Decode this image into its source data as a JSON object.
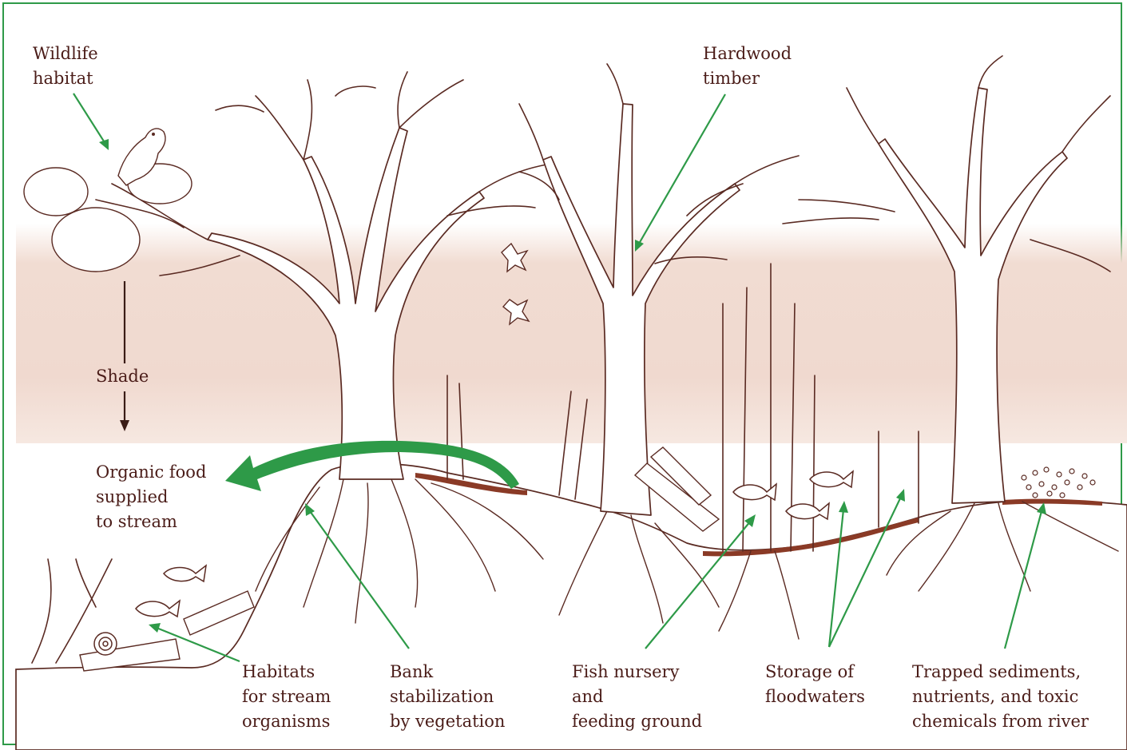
{
  "labels": {
    "wildlife_habitat": "Wildlife\nhabitat",
    "hardwood_timber": "Hardwood\ntimber",
    "shade": "Shade",
    "organic_food": "Organic food\nsupplied\nto stream",
    "habitats_stream": "Habitats\nfor stream\norganisms",
    "bank_stabilization": "Bank\nstabilization\nby vegetation",
    "fish_nursery": "Fish nursery\nand\nfeeding ground",
    "storage_floodwaters": "Storage of\nfloodwaters",
    "trapped_sediments": "Trapped sediments,\nnutrients, and toxic\nchemicals from river"
  },
  "colors": {
    "arrow": "#2e9a48",
    "ink": "#5a2a22",
    "label_text": "#4a1c18",
    "sky_tint": "#f0d9cf",
    "sediment": "#8a3a26"
  },
  "icons": [
    "bird-icon",
    "fish-icon",
    "snail-icon",
    "leaf-icon"
  ]
}
